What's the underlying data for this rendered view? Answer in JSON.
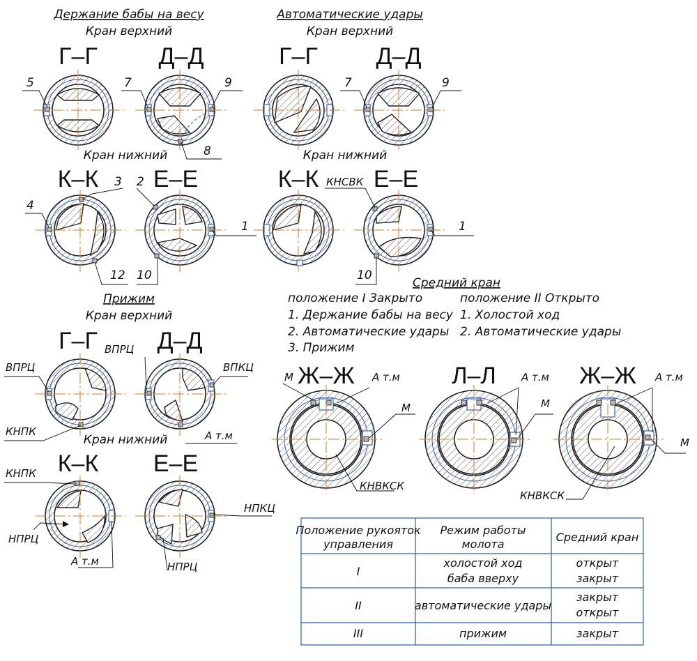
{
  "titles": {
    "hold": "Держание бабы на весу",
    "auto": "Автоматические удары",
    "press": "Прижим",
    "upper": "Кран верхний",
    "lower": "Кран нижний",
    "middle": "Средний кран"
  },
  "sections": {
    "g": "Г–Г",
    "d": "Д–Д",
    "k": "К–К",
    "e": "Е–Е",
    "zh": "Ж–Ж",
    "l": "Л–Л"
  },
  "numbers": [
    "1",
    "2",
    "3",
    "4",
    "5",
    "7",
    "8",
    "9",
    "10",
    "12"
  ],
  "labels": {
    "knsvk": "КНСВК",
    "vprts": "ВПРЦ",
    "vpkts": "ВПКЦ",
    "knpk": "КНПК",
    "atm": "А т.м",
    "nprts": "НПРЦ",
    "npkts": "НПКЦ",
    "m": "М",
    "knvksk": "КНВКСК"
  },
  "middle_valve": {
    "position1": {
      "title": "положение I Закрыто",
      "items": [
        "1. Держание бабы на весу",
        "2. Автоматические удары",
        "3. Прижим"
      ]
    },
    "position2": {
      "title": "положение II Открыто",
      "items": [
        "1. Холостой ход",
        "2. Автоматические удары"
      ]
    }
  },
  "table": {
    "headers": [
      [
        "Положение рукояток",
        "управления"
      ],
      [
        "Режим работы",
        "молота"
      ],
      [
        "Средний кран"
      ]
    ],
    "rows": [
      {
        "pos": "I",
        "mode": [
          "холостой ход",
          "баба вверху"
        ],
        "valve": [
          "открыт",
          "закрыт"
        ]
      },
      {
        "pos": "II",
        "mode": [
          "автоматические удары"
        ],
        "valve": [
          "закрыт",
          "открыт"
        ]
      },
      {
        "pos": "III",
        "mode": [
          "прижим"
        ],
        "valve": [
          "закрыт"
        ]
      }
    ]
  }
}
